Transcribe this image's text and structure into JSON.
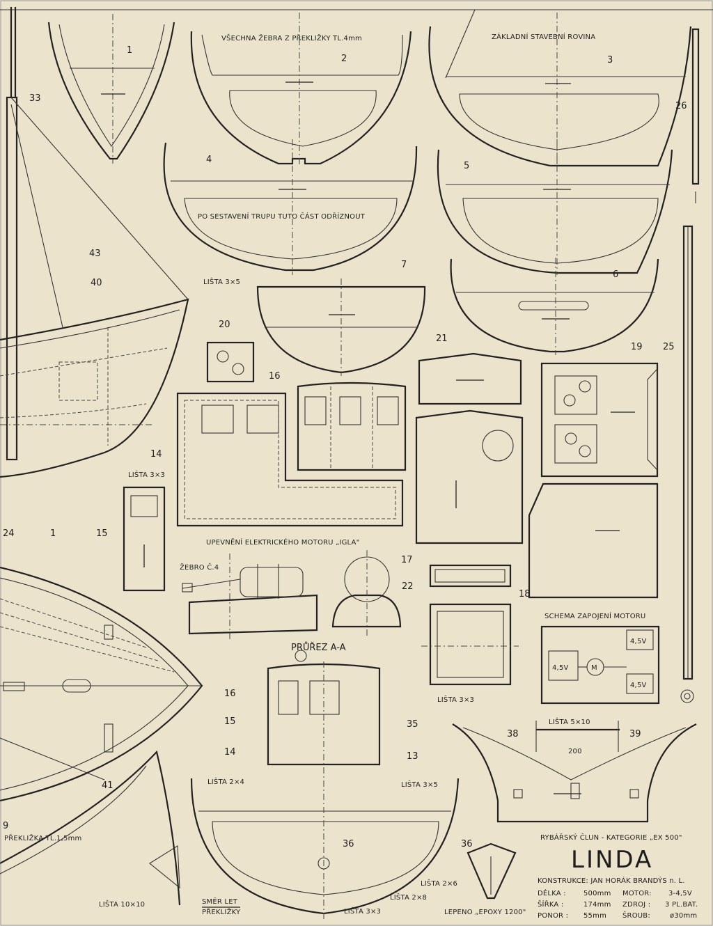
{
  "labels": {
    "all_ribs": "VŠECHNA ŽEBRA Z PŘEKLIŽKY TL.4mm",
    "base_plane": "ZÁKLADNÍ STAVEBNÍ ROVINA",
    "cut_off": "PO SESTAVENÍ TRUPU TUTO ČÁST ODŘÍZNOUT",
    "lista_3x5_top": "LIŠTA 3×5",
    "lista_3x3_left": "LIŠTA 3×3",
    "motor_mount": "UPEVNĚNÍ ELEKTRICKÉHO MOTORU „IGLA\"",
    "rib_c4": "ŽEBRO Č.4",
    "section_aa": "PRŮŘEZ  A-A",
    "lista_2x4": "LIŠTA 2×4",
    "lista_3x5_right": "LIŠTA 3×5",
    "lista_2x6": "LIŠTA 2×6",
    "lista_2x8": "LIŠTA 2×8",
    "lista_3x3_bottom": "LIŠTA 3×3",
    "lista_3x3_box": "LIŠTA 3×3",
    "lista_5x10": "LIŠTA 5×10",
    "dim_200": "200",
    "motor_schema": "SCHEMA ZAPOJENÍ MOTORU",
    "preklizka": "PŘEKLIŽKA TL.1,5mm",
    "lista_10x10": "LIŠTA 10×10",
    "smer_let_1": "SMĚR LET",
    "smer_let_2": "PŘEKLIŽKY",
    "lepeno": "LEPENO „EPOXY 1200\"",
    "v45_a": "4,5V",
    "v45_b": "4,5V",
    "v45_c": "4,5V",
    "motor_m": "M"
  },
  "parts": {
    "p1": "1",
    "p1b": "1",
    "p2": "2",
    "p3": "3",
    "p4": "4",
    "p5": "5",
    "p6": "6",
    "p7": "7",
    "p9": "9",
    "p13": "13",
    "p14": "14",
    "p14b": "14",
    "p15": "15",
    "p15b": "15",
    "p16": "16",
    "p16b": "16",
    "p17": "17",
    "p18": "18",
    "p19": "19",
    "p20": "20",
    "p21": "21",
    "p22": "22",
    "p24": "24",
    "p25": "25",
    "p26": "26",
    "p33": "33",
    "p35": "35",
    "p36": "36",
    "p36b": "36",
    "p38": "38",
    "p39": "39",
    "p40": "40",
    "p41": "41",
    "p43": "43"
  },
  "title_block": {
    "subtitle": "RYBÁŘSKÝ ČLUN - KATEGORIE „EX 500\"",
    "name": "LINDA",
    "designer": "KONSTRUKCE: JAN HORÁK  BRANDÝS n. L.",
    "specs": [
      {
        "label": "DÉLKA :",
        "value": "500mm",
        "label2": "MOTOR:",
        "value2": "3-4,5V"
      },
      {
        "label": "ŠÍŘKA :",
        "value": "174mm",
        "label2": "ZDROJ :",
        "value2": "3 PL.BAT."
      },
      {
        "label": "PONOR :",
        "value": "55mm",
        "label2": "ŠROUB:",
        "value2": "ø30mm"
      }
    ]
  }
}
